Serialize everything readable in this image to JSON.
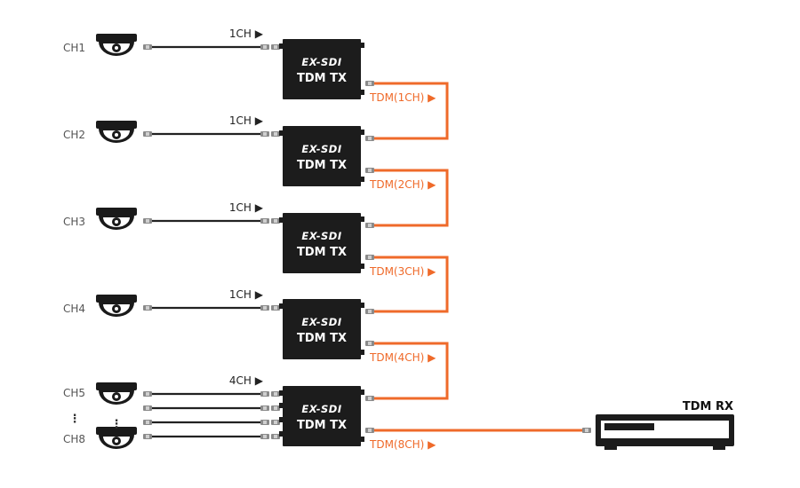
{
  "colors": {
    "cable_black": "#222222",
    "cable_orange": "#ef6a2a",
    "device_fill": "#1c1c1c",
    "connector": "#8a8a8a"
  },
  "cameras": [
    {
      "label": "CH1"
    },
    {
      "label": "CH2"
    },
    {
      "label": "CH3"
    },
    {
      "label": "CH4"
    },
    {
      "label": "CH5"
    },
    {
      "label": "CH8"
    }
  ],
  "ellipsis": "⋮",
  "transmitters": [
    {
      "line1": "EX-SDI",
      "line2": "TDM TX",
      "input_label": "1CH ▶",
      "output_label": "TDM(1CH) ▶"
    },
    {
      "line1": "EX-SDI",
      "line2": "TDM TX",
      "input_label": "1CH ▶",
      "output_label": "TDM(2CH) ▶"
    },
    {
      "line1": "EX-SDI",
      "line2": "TDM TX",
      "input_label": "1CH ▶",
      "output_label": "TDM(3CH) ▶"
    },
    {
      "line1": "EX-SDI",
      "line2": "TDM TX",
      "input_label": "1CH ▶",
      "output_label": "TDM(4CH) ▶"
    },
    {
      "line1": "EX-SDI",
      "line2": "TDM TX",
      "input_label": "4CH ▶",
      "output_label": "TDM(8CH) ▶"
    }
  ],
  "receiver": {
    "label": "TDM RX"
  }
}
